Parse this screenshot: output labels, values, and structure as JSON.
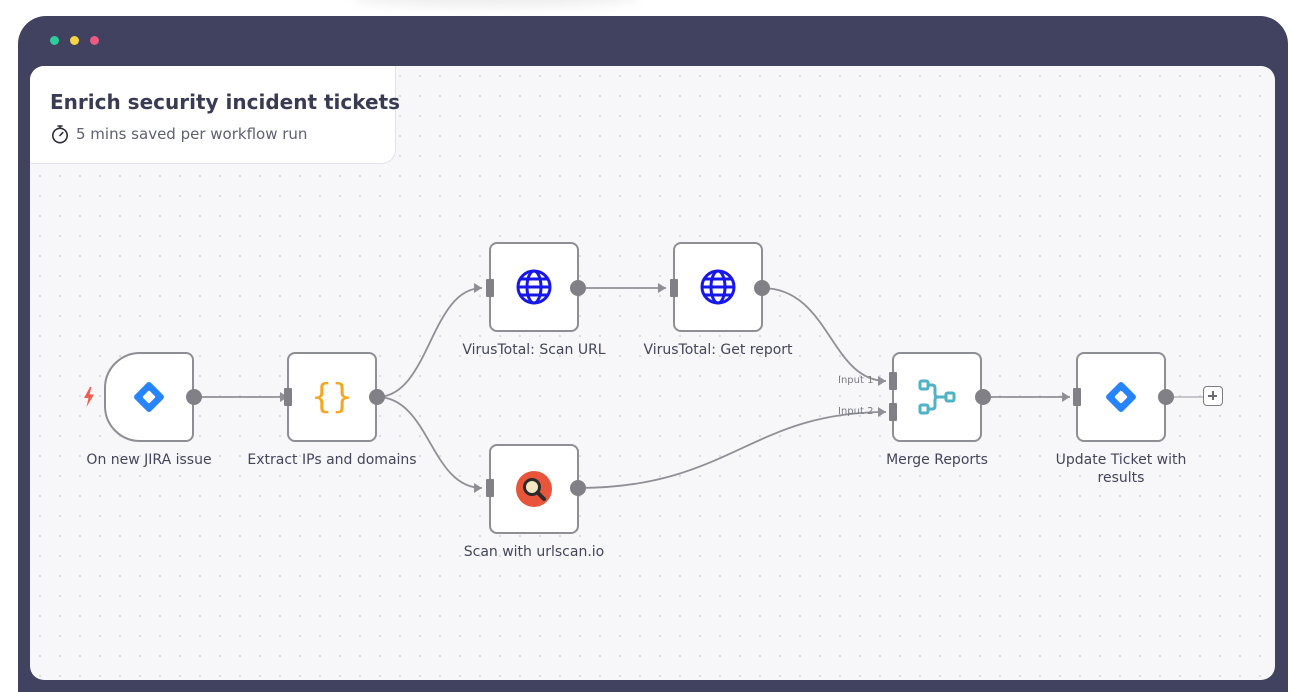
{
  "window": {
    "controls": [
      "green-dot",
      "yellow-dot",
      "red-dot"
    ]
  },
  "workflow": {
    "title": "Enrich security incident tickets",
    "time_saved": "5 mins saved per workflow run"
  },
  "nodes": {
    "jira_trigger": {
      "label": "On new JIRA issue",
      "icon": "jira-icon"
    },
    "extract": {
      "label": "Extract IPs and domains",
      "icon": "code-braces-icon"
    },
    "vt_scan": {
      "label": "VirusTotal: Scan URL",
      "icon": "globe-icon"
    },
    "vt_report": {
      "label": "VirusTotal: Get report",
      "icon": "globe-icon"
    },
    "urlscan": {
      "label": "Scan with urlscan.io",
      "icon": "urlscan-icon"
    },
    "merge": {
      "label": "Merge Reports",
      "icon": "merge-icon",
      "input1": "Input 1",
      "input2": "Input 2"
    },
    "update": {
      "label": "Update Ticket with results",
      "icon": "jira-icon"
    }
  },
  "colors": {
    "window_frame": "#414260",
    "jira_blue": "#2684ff",
    "code_orange": "#f5a623",
    "globe_blue": "#1717e8",
    "urlscan_red": "#e8553a",
    "merge_teal": "#4fb2c5",
    "trigger_red": "#f25c54"
  }
}
